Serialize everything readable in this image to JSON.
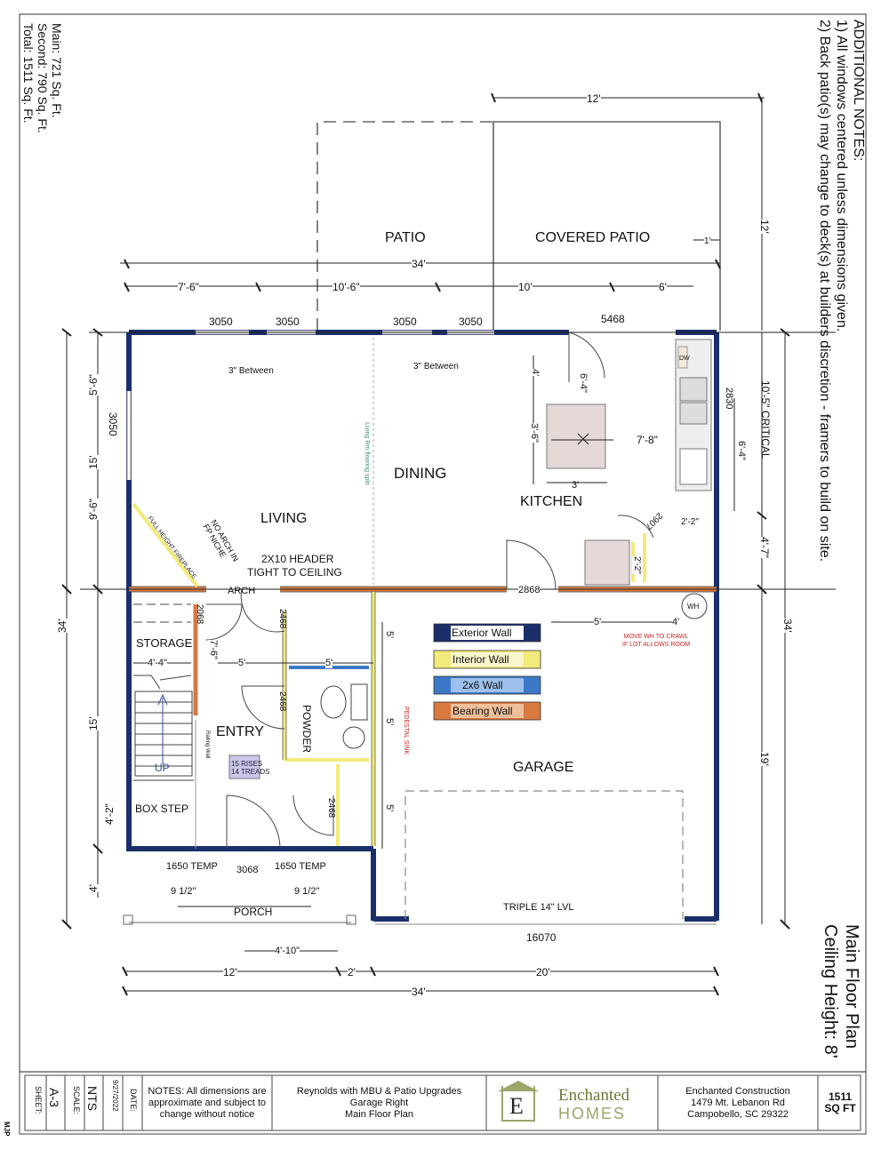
{
  "notes_top": {
    "heading": "ADDITIONAL NOTES:",
    "line1": "1) All windows centered unless dimensions given.",
    "line2": "2) Back patio(s) may change to deck(s) at builders discretion - framers to build on site."
  },
  "sqft_side": {
    "main": "Main: 721 Sq. Ft.",
    "second": "Second: 790 Sq. Ft.",
    "total": "Total: 1511 Sq. Ft."
  },
  "plan_title": {
    "line1": "Main Floor Plan",
    "line2": "Ceiling Height: 8'"
  },
  "rooms": {
    "patio": "PATIO",
    "covered_patio": "COVERED PATIO",
    "living": "LIVING",
    "dining": "DINING",
    "kitchen": "KITCHEN",
    "storage": "STORAGE",
    "entry": "ENTRY",
    "powder": "POWDER",
    "garage": "GARAGE",
    "box_step": "BOX STEP",
    "porch": "PORCH",
    "up": "UP"
  },
  "labels": {
    "arch": "ARCH",
    "header": "2X10 HEADER",
    "header2": "TIGHT TO CEILING",
    "no_arch1": "NO ARCH IN",
    "no_arch2": "FP NICHE",
    "fireplace": "FULL HEIGHT FIREPLACE",
    "flooring_split": "Living Rm flooring split",
    "between1": "3\" Between",
    "between2": "3\" Between",
    "railing": "Railing Wall",
    "rises": "15 RISES",
    "treads": "14 TREADS",
    "pedestal_sink": "PEDESTAL SINK",
    "move_wh1": "MOVE WH TO CRAWL",
    "move_wh2": "IF LOT ALLOWS ROOM",
    "wh": "WH",
    "dw": "DW",
    "triple_lvl": "TRIPLE 14\" LVL",
    "critical": "10'-5\" CRITICAL"
  },
  "legend": [
    {
      "label": "Exterior Wall",
      "color": "#1b2f6b",
      "text_on": "light"
    },
    {
      "label": "Interior Wall",
      "color": "#f2ea7a",
      "text_on": "dark"
    },
    {
      "label": "2x6 Wall",
      "color": "#3c78c8",
      "text_on": "dark"
    },
    {
      "label": "Bearing Wall",
      "color": "#d8793f",
      "text_on": "dark"
    }
  ],
  "windows_doors": {
    "w1": "3050",
    "w2": "3050",
    "w3": "3050",
    "w4": "3050",
    "w5": "3050",
    "d5468": "5468",
    "w2830": "2830",
    "d2868": "2868",
    "d2068": "2068",
    "d2468a": "2468",
    "d2468b": "2468",
    "d2468c": "2468",
    "d2907": "2907",
    "temp1": "1650 TEMP",
    "temp2": "1650 TEMP",
    "d3068": "3068",
    "garage_door": "16070"
  },
  "dims": {
    "top_12": "12'",
    "right_12": "12'",
    "d34_top": "34'",
    "d7_6": "7'-6\"",
    "d10_6": "10'-6\"",
    "d10": "10'",
    "d6": "6'",
    "d1": "1'",
    "d4_k": "4'",
    "d6_4": "6'-4\"",
    "d3_6": "3'-6\"",
    "d7_8": "7'-8\"",
    "d3": "3'",
    "d6_4b": "6'-4\"",
    "d2_2a": "2'-2\"",
    "d2_2b": "2'-2\"",
    "d4_7": "4'-7\"",
    "d5_g": "5'",
    "d4_g": "4'",
    "d34_right": "34'",
    "d19": "19'",
    "d5_6": "5'-6\"",
    "d9_6": "9'-6\"",
    "d15_a": "15'",
    "d34_left": "34'",
    "d15_b": "15'",
    "d4_2": "4'-2\"",
    "d4_l": "4'",
    "d4_4": "4'-4\"",
    "d7_6b": "7'-6\"",
    "d5_e": "5'",
    "d5_p": "5'",
    "d5_c1": "5'",
    "d5_c2": "5'",
    "d5_c3": "5'",
    "d9_12a": "9 1/2\"",
    "d9_12b": "9 1/2\"",
    "d4_10": "4'-10\"",
    "b12": "12'",
    "b2": "2'",
    "b20": "20'",
    "b34": "34'"
  },
  "title_block": {
    "sheet_label": "SHEET:",
    "sheet": "A-3",
    "scale_label": "SCALE:",
    "scale": "NTS",
    "date_label": "DATE:",
    "date": "9/27/2022",
    "notes": "NOTES: All dimensions are approximate and subject to change without notice",
    "plan_name1": "Reynolds with MBU & Patio Upgrades",
    "plan_name2": "Garage Right",
    "plan_name3": "Main Floor Plan",
    "logo_letter": "E",
    "logo_word1": "Enchanted",
    "logo_word2": "HOMES",
    "company": "Enchanted Construction",
    "address1": "1479 Mt. Lebanon Rd",
    "address2": "Campobello, SC 29322",
    "sqft_num": "1511",
    "sqft_unit": "SQ FT",
    "initials": "MJP"
  }
}
